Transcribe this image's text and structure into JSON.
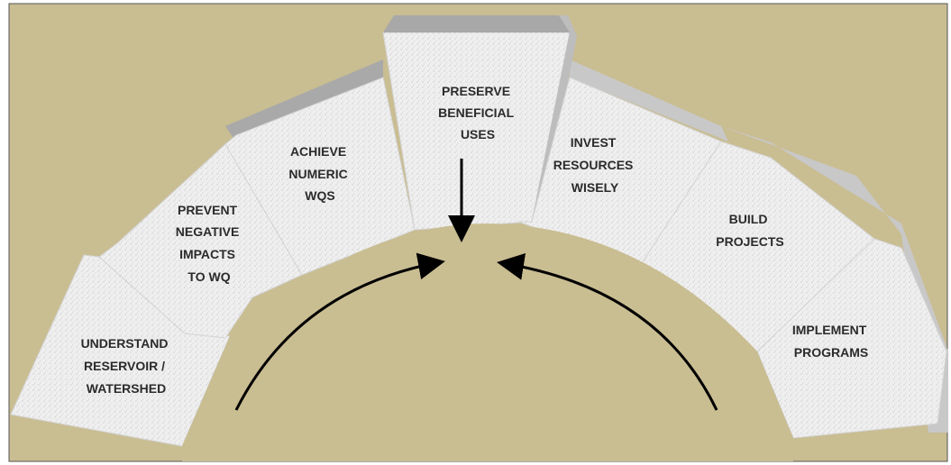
{
  "diagram": {
    "background_color": "#c9bd92",
    "stone_color": "#ececec",
    "arrow_color": "#000000",
    "keystone": {
      "lines": [
        "PRESERVE",
        "BENEFICIAL",
        "USES"
      ]
    },
    "stones": [
      {
        "id": "understand",
        "lines": [
          "UNDERSTAND",
          "RESERVOIR /",
          "WATERSHED"
        ]
      },
      {
        "id": "prevent",
        "lines": [
          "PREVENT",
          "NEGATIVE",
          "IMPACTS",
          "TO WQ"
        ]
      },
      {
        "id": "achieve",
        "lines": [
          "ACHIEVE",
          "NUMERIC",
          "WQS"
        ]
      },
      {
        "id": "invest",
        "lines": [
          "INVEST",
          "RESOURCES",
          "WISELY"
        ]
      },
      {
        "id": "build",
        "lines": [
          "BUILD",
          "PROJECTS"
        ]
      },
      {
        "id": "implement",
        "lines": [
          "IMPLEMENT",
          "PROGRAMS"
        ]
      }
    ]
  }
}
